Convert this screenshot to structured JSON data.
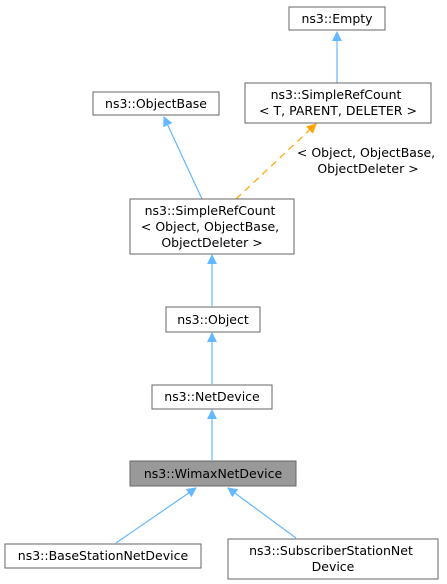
{
  "diagram": {
    "nodes": {
      "empty": {
        "lines": [
          "ns3::Empty"
        ]
      },
      "simple_ref_count_template": {
        "lines": [
          "ns3::SimpleRefCount",
          "< T, PARENT, DELETER >"
        ]
      },
      "object_base": {
        "lines": [
          "ns3::ObjectBase"
        ]
      },
      "simple_ref_count_object": {
        "lines": [
          "ns3::SimpleRefCount",
          "< Object, ObjectBase,",
          "ObjectDeleter >"
        ]
      },
      "object": {
        "lines": [
          "ns3::Object"
        ]
      },
      "net_device": {
        "lines": [
          "ns3::NetDevice"
        ]
      },
      "wimax_net_device": {
        "lines": [
          "ns3::WimaxNetDevice"
        ],
        "highlighted": true
      },
      "base_station_net_device": {
        "lines": [
          "ns3::BaseStationNetDevice"
        ]
      },
      "subscriber_station_net_device": {
        "lines": [
          "ns3::SubscriberStationNet",
          "Device"
        ]
      }
    },
    "edges": {
      "template_instantiation_label": [
        "< Object, ObjectBase,",
        "ObjectDeleter >"
      ]
    },
    "colors": {
      "inheritance_edge": "#63b8ff",
      "template_edge": "#ffa500",
      "node_border": "#666666",
      "highlight_fill": "#999999"
    }
  }
}
